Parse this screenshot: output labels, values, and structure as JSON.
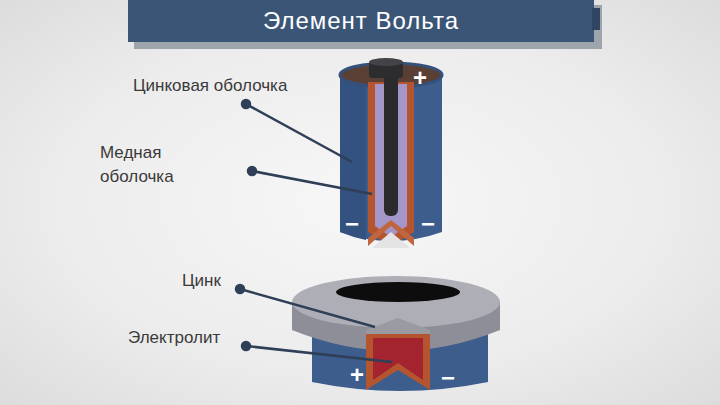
{
  "diagram": {
    "title": "Элемент Вольта",
    "labels": [
      "+",
      "Цинковая оболочка",
      "Медная оболочка",
      "−",
      "−",
      "Цинк",
      "Электролит",
      "+",
      "−"
    ]
  }
}
